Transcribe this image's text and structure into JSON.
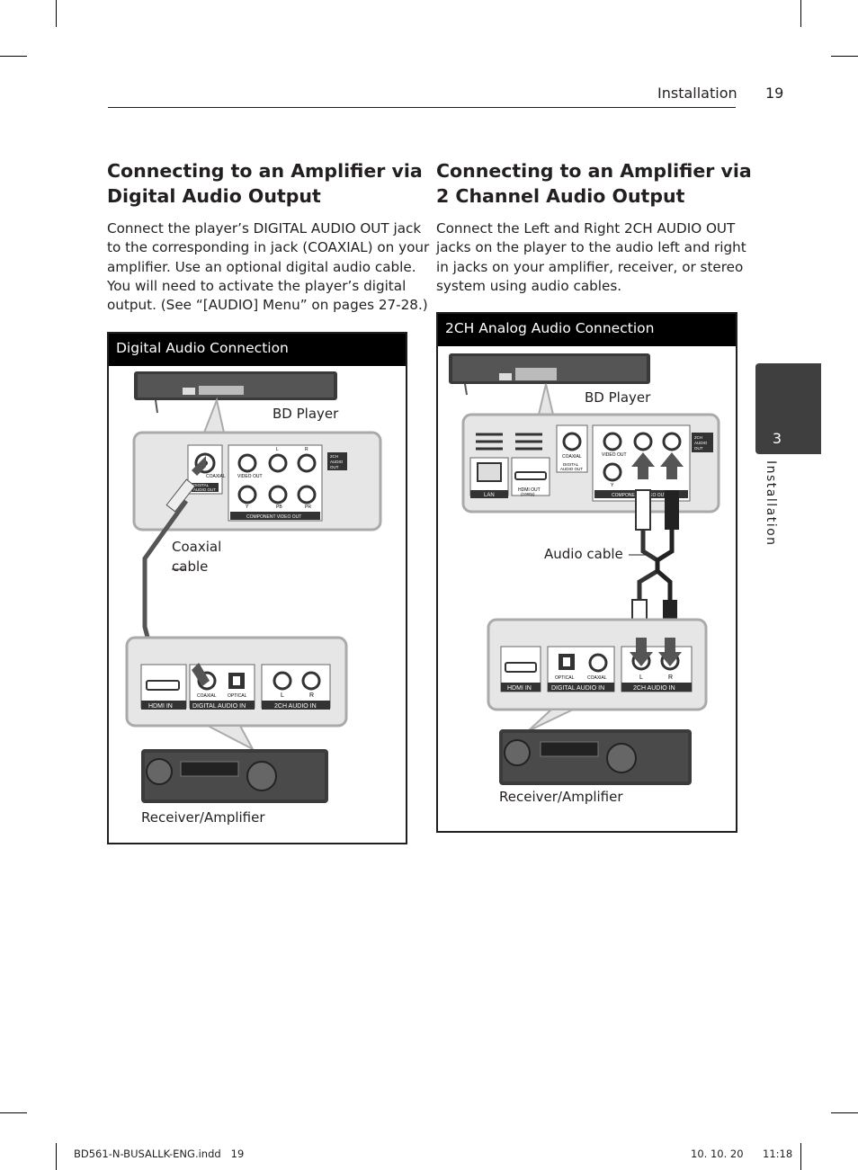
{
  "header": {
    "section": "Installation",
    "page_number": "19"
  },
  "side_tab": {
    "number": "3",
    "label": "Installation"
  },
  "left": {
    "title_line1": "Connecting to an Amplifier via",
    "title_line2": "Digital Audio Output",
    "body_lines": [
      "Connect the player’s DIGITAL AUDIO OUT jack",
      "to the corresponding in jack (COAXIAL) on your",
      "amplifier. Use an optional digital audio cable.",
      "You will need to activate the player’s digital",
      "output. (See “[AUDIO] Menu” on pages 27-28.)"
    ],
    "figure": {
      "title": "Digital Audio Connection",
      "bd_player": "BD Player",
      "cable_line1": "Coaxial",
      "cable_line2": "cable",
      "receiver": "Receiver/Amplifier",
      "player_panel": {
        "coaxial": "COAXIAL",
        "digital_out": "DIGITAL",
        "digital_out2": "AUDIO OUT",
        "video_out": "VIDEO OUT",
        "l": "L",
        "r": "R",
        "ch2_1": "2CH",
        "ch2_2": "AUDIO",
        "ch2_3": "OUT",
        "y": "Y",
        "pb": "PB",
        "pr": "PR",
        "component": "COMPONENT VIDEO OUT"
      },
      "amp_panel": {
        "hdmi_in": "HDMI IN",
        "coaxial": "COAXIAL",
        "optical": "OPTICAL",
        "digital_in": "DIGITAL AUDIO IN",
        "l": "L",
        "r": "R",
        "ch2_in": "2CH AUDIO IN"
      }
    }
  },
  "right": {
    "title_line1": "Connecting to an Amplifier via",
    "title_line2": "2 Channel Audio Output",
    "body_lines": [
      "Connect the Left and Right 2CH AUDIO OUT",
      "jacks on the player to the audio left and right",
      "in jacks on your amplifier, receiver, or stereo",
      "system using audio cables."
    ],
    "figure": {
      "title": "2CH Analog Audio Connection",
      "bd_player": "BD Player",
      "cable": "Audio cable",
      "receiver": "Receiver/Amplifier",
      "player_panel": {
        "lan": "LAN",
        "hdmi_out": "HDMI OUT",
        "hdmi_out2": "(1080p)",
        "coaxial": "COAXIAL",
        "digital_out": "DIGITAL",
        "digital_out2": "AUDIO OUT",
        "video_out": "VIDEO OUT",
        "ch2_1": "2CH",
        "ch2_2": "AUDIO",
        "ch2_3": "OUT",
        "y": "Y",
        "component": "COMPONENT VIDEO OUT"
      },
      "amp_panel": {
        "hdmi_in": "HDMI IN",
        "optical": "OPTICAL",
        "coaxial": "COAXIAL",
        "digital_in": "DIGITAL AUDIO IN",
        "l": "L",
        "r": "R",
        "ch2_in": "2CH AUDIO IN"
      }
    }
  },
  "footer": {
    "file": "BD561-N-BUSALLK-ENG.indd   19",
    "date": "10. 10. 20",
    "time": "11:18"
  }
}
